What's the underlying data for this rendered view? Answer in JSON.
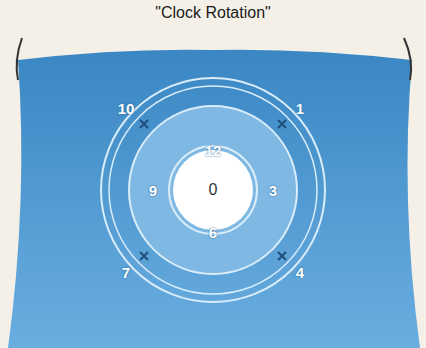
{
  "diagram": {
    "title": "\"Clock Rotation\"",
    "nodes": [
      {
        "text": [
          "0"
        ]
      }
    ],
    "labels": [
      "12",
      "3",
      "6",
      "9",
      "10",
      "1",
      "7",
      "4"
    ]
  }
}
